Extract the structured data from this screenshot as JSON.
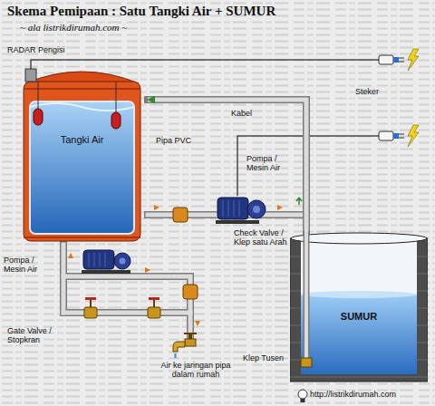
{
  "diagram": {
    "title": "Skema Pemipaan : Satu Tangki Air + SUMUR",
    "caption": "~ ala listrikdirumah.com ~",
    "nodes": [
      {
        "text": [
          "Tangki Air"
        ]
      },
      {
        "text": [
          "SUMUR"
        ]
      }
    ],
    "edges": [
      {
        "from": 1,
        "to": 0,
        "arrow": "to"
      }
    ],
    "labels": [
      "RADAR Pengisi",
      "Kabel",
      "Steker",
      "Pipa PVC",
      "Pompa / Mesin Air",
      "Check Valve / Klep satu Arah",
      "Pompa / Mesin Air",
      "Gate Valve / Stopkran",
      "Air ke jaringan pipa dalam rumah",
      "Klep Tusen",
      "http://listrikdirumah.com"
    ]
  }
}
